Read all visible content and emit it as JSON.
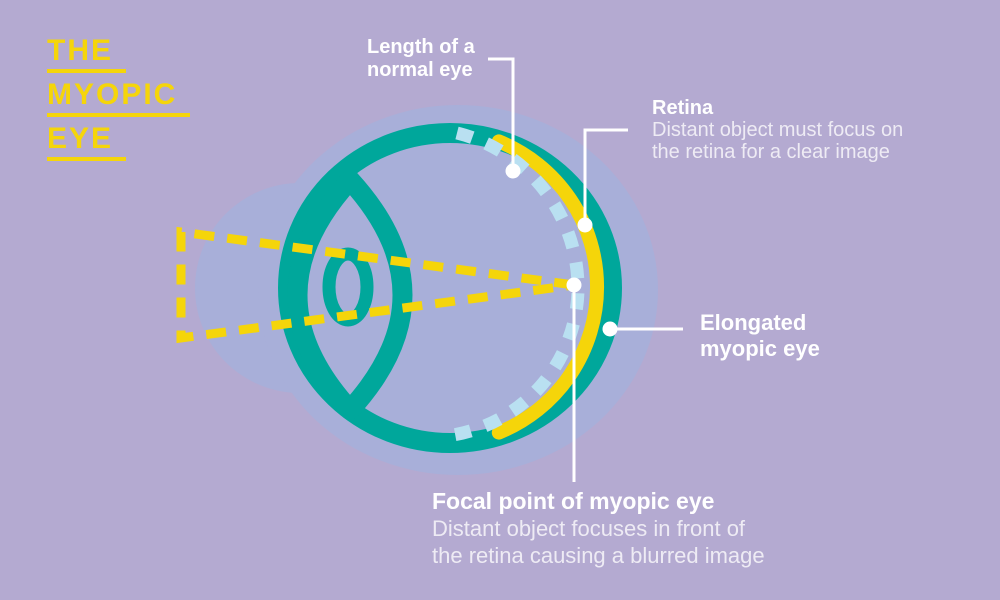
{
  "title": {
    "line1": "THE",
    "line2": "MYOPIC",
    "line3": "EYE"
  },
  "labels": {
    "normal_length": {
      "line1": "Length of a",
      "line2": "normal eye"
    },
    "retina": {
      "title": "Retina",
      "desc_line1": "Distant object must focus on",
      "desc_line2": "the retina for a clear image"
    },
    "elongated": {
      "line1": "Elongated",
      "line2": "myopic eye"
    },
    "focal_point": {
      "title": "Focal point of myopic eye",
      "desc_line1": "Distant object focuses in front of",
      "desc_line2": "the retina causing a blurred image"
    }
  },
  "colors": {
    "background": "#b4aad1",
    "eye_halo": "#a8afd9",
    "teal": "#00a79b",
    "yellow": "#f5d50a",
    "light_blue": "#b9e0f1",
    "label_text": "#ffffff",
    "label_text_secondary": "#ffffffc4"
  }
}
